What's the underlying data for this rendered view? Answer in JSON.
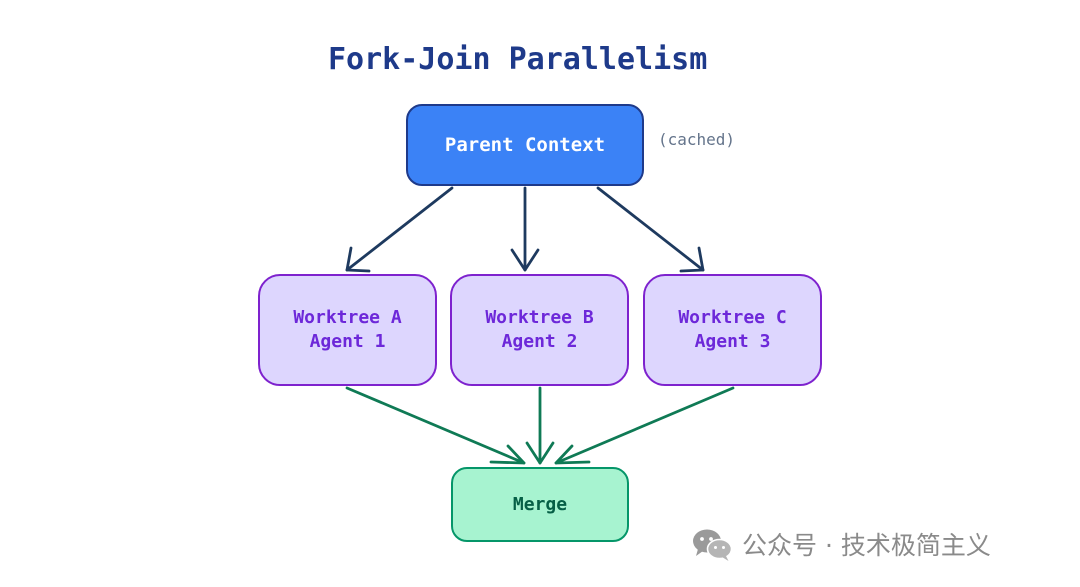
{
  "title": "Fork-Join Parallelism",
  "nodes": {
    "parent": {
      "label": "Parent Context",
      "note": "(cached)"
    },
    "worktrees": [
      {
        "line1": "Worktree A",
        "line2": "Agent 1"
      },
      {
        "line1": "Worktree B",
        "line2": "Agent 2"
      },
      {
        "line1": "Worktree C",
        "line2": "Agent 3"
      }
    ],
    "merge": {
      "label": "Merge"
    }
  },
  "edges": [
    {
      "from": "Parent Context",
      "to": "Worktree A"
    },
    {
      "from": "Parent Context",
      "to": "Worktree B"
    },
    {
      "from": "Parent Context",
      "to": "Worktree C"
    },
    {
      "from": "Worktree A",
      "to": "Merge"
    },
    {
      "from": "Worktree B",
      "to": "Merge"
    },
    {
      "from": "Worktree C",
      "to": "Merge"
    }
  ],
  "colors": {
    "title": "#1e3a8a",
    "parent_fill": "#3b82f6",
    "parent_border": "#1e3a8a",
    "fork_arrow": "#1e3a5f",
    "worktree_fill": "#ddd6fe",
    "worktree_border": "#7e22ce",
    "worktree_text": "#6d28d9",
    "join_arrow": "#0f7a55",
    "merge_fill": "#a7f3d0",
    "merge_border": "#059669",
    "merge_text": "#065f46"
  },
  "watermark": {
    "icon": "wechat-icon",
    "text": "公众号 · 技术极简主义"
  }
}
